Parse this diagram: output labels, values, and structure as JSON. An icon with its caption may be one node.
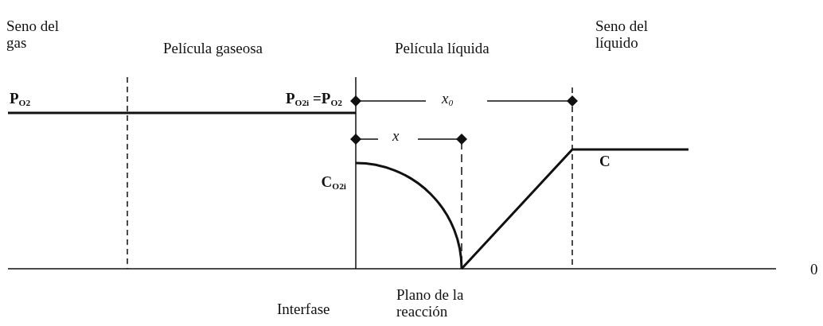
{
  "diagram": {
    "labels": [
      "Seno del gas",
      "Película gaseosa",
      "Película líquida",
      "Seno del líquido",
      "P$_{O2}$",
      "P$_{O2i}$ =P$_{O2}$",
      "x$_{0}$",
      "x",
      "C$_{O2i}$",
      "C",
      "0",
      "Interfase",
      "Plano de la reacción"
    ]
  }
}
